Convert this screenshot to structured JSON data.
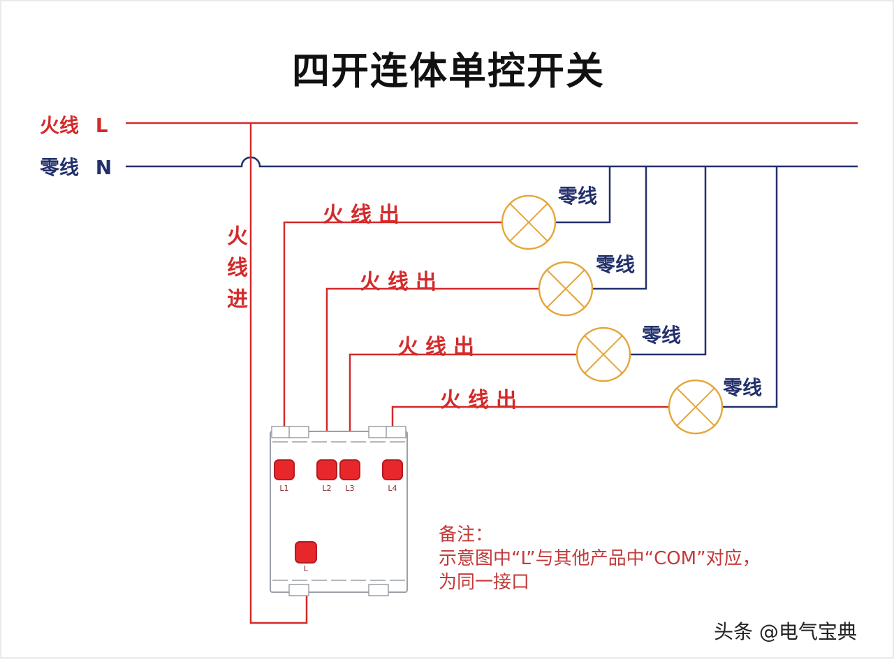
{
  "title": "四开连体单控开关",
  "main_lines": {
    "live": {
      "label": "火线",
      "letter": "L",
      "color": "#d42a2a"
    },
    "neutral": {
      "label": "零线",
      "letter": "N",
      "color": "#23306b"
    }
  },
  "live_in_label": [
    "火",
    "线",
    "进"
  ],
  "live_out_label": "火线出",
  "neutral_label": "零线",
  "terminals": [
    "L1",
    "L2",
    "L3",
    "L4"
  ],
  "common_terminal": "L",
  "note": {
    "heading": "备注：",
    "line1": "示意图中“L”与其他产品中“COM”对应，",
    "line2": "为同一接口"
  },
  "watermark": "头条 @电气宝典",
  "colors": {
    "live": "#d42a2a",
    "neutral": "#23306b",
    "lamp": "#e5a63a",
    "switch_outline": "#9aa0a6"
  }
}
